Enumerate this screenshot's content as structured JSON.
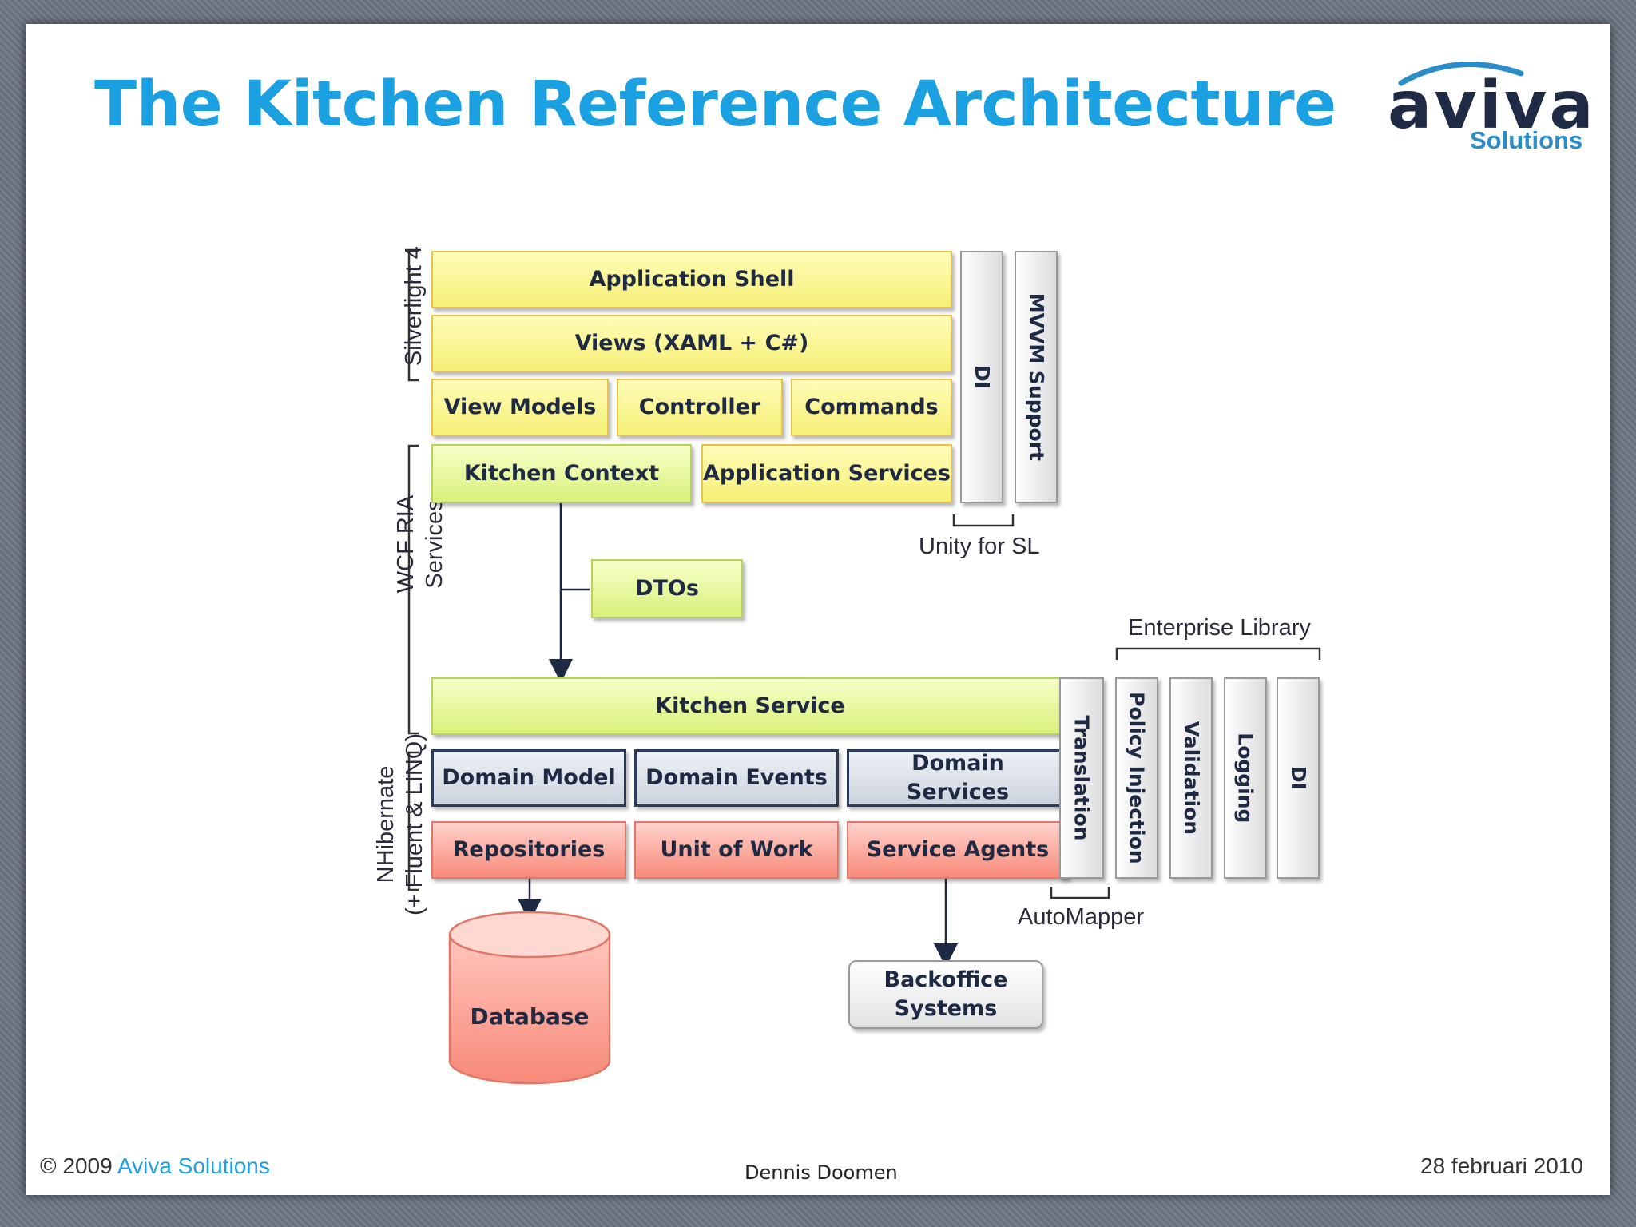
{
  "title": "The Kitchen Reference Architecture",
  "logo": {
    "word": "aviva",
    "sub": "Solutions"
  },
  "layers": {
    "silverlight": "Silverlight 4",
    "wcf_ria": [
      "WCF RIA",
      "Services"
    ],
    "nhibernate": [
      "NHibernate",
      "(+ Fluent & LINQ)"
    ]
  },
  "boxes": {
    "application_shell": "Application Shell",
    "views": "Views (XAML + C#)",
    "view_models": "View Models",
    "controller": "Controller",
    "commands": "Commands",
    "kitchen_context": "Kitchen Context",
    "application_services": "Application Services",
    "dtos": "DTOs",
    "kitchen_service": "Kitchen Service",
    "domain_model": "Domain Model",
    "domain_events": "Domain Events",
    "domain_services": [
      "Domain",
      "Services"
    ],
    "repositories": "Repositories",
    "unit_of_work": "Unit of Work",
    "service_agents": "Service Agents",
    "database": "Database",
    "backoffice": [
      "Backoffice",
      "Systems"
    ]
  },
  "vertical": {
    "di_top": "DI",
    "mvvm_support": "MVVM Support",
    "translation": "Translation",
    "policy_injection": "Policy Injection",
    "validation": "Validation",
    "logging": "Logging",
    "di_bottom": "DI"
  },
  "group_labels": {
    "unity_for_sl": "Unity for SL",
    "enterprise_library": "Enterprise Library",
    "automapper": "AutoMapper"
  },
  "footer": {
    "copyright_prefix": "© 2009 ",
    "brand": "Aviva Solutions",
    "author": "Dennis Doomen",
    "date": "28 februari 2010"
  },
  "colors": {
    "title": "#1ba1e2",
    "presentation_layer": "#f5f076",
    "service_layer": "#d9f07a",
    "domain_layer": "#cdd3dd",
    "data_layer": "#f78979"
  }
}
